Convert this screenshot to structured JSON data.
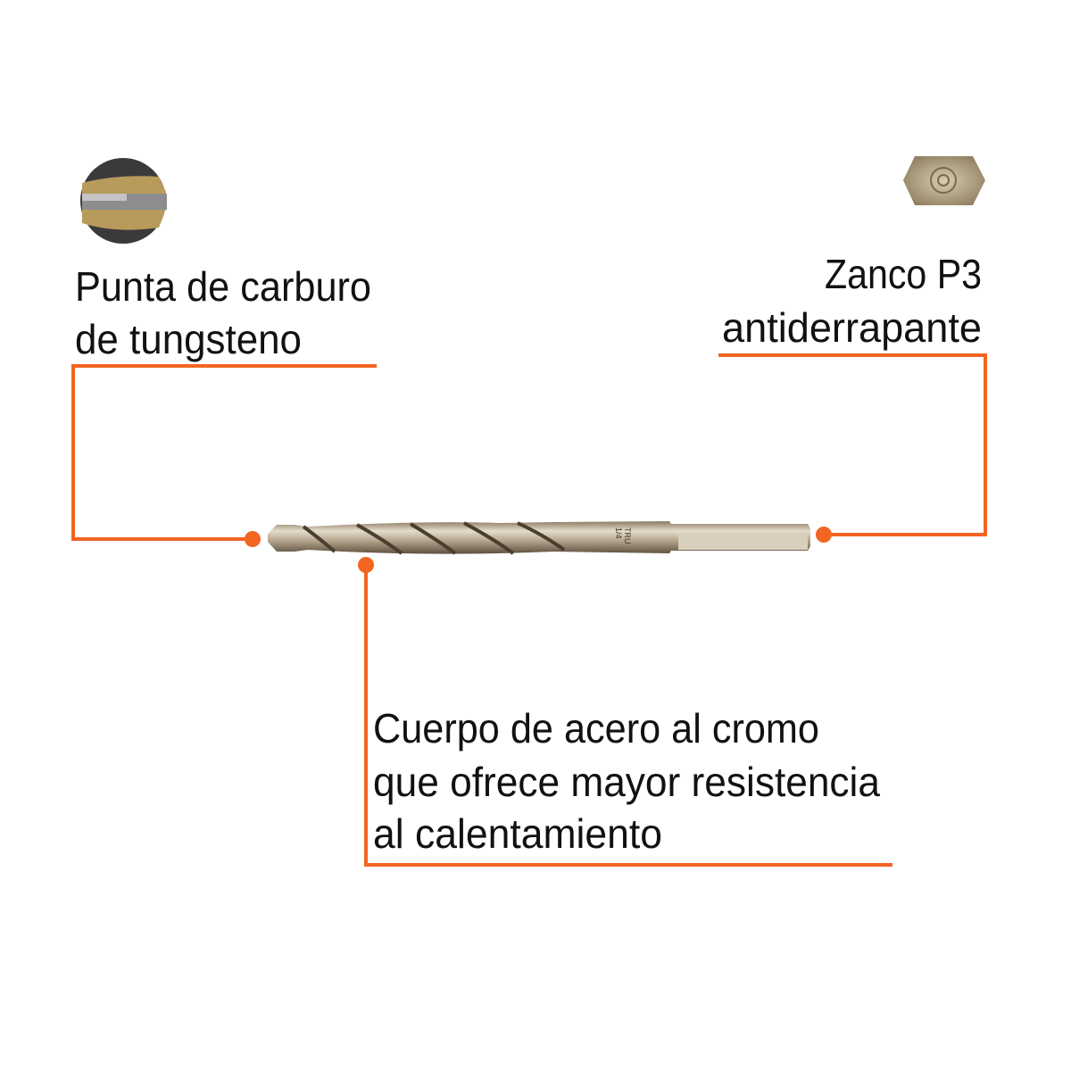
{
  "colors": {
    "accent": "#f26522",
    "text": "#111111",
    "background": "#ffffff"
  },
  "callouts": {
    "tip": {
      "lines": [
        "Punta de carburo",
        "de tungsteno"
      ],
      "icon": "carbide-tip-closeup"
    },
    "shank": {
      "lines": [
        "Zanco P3",
        "antiderrapante"
      ],
      "icon": "hex-shank-end-closeup"
    },
    "body": {
      "lines": [
        "Cuerpo de acero al cromo",
        "que ofrece mayor resistencia",
        "al calentamiento"
      ]
    }
  },
  "product": {
    "name": "drill-bit",
    "engraving": [
      "TRU",
      "1/4"
    ]
  }
}
